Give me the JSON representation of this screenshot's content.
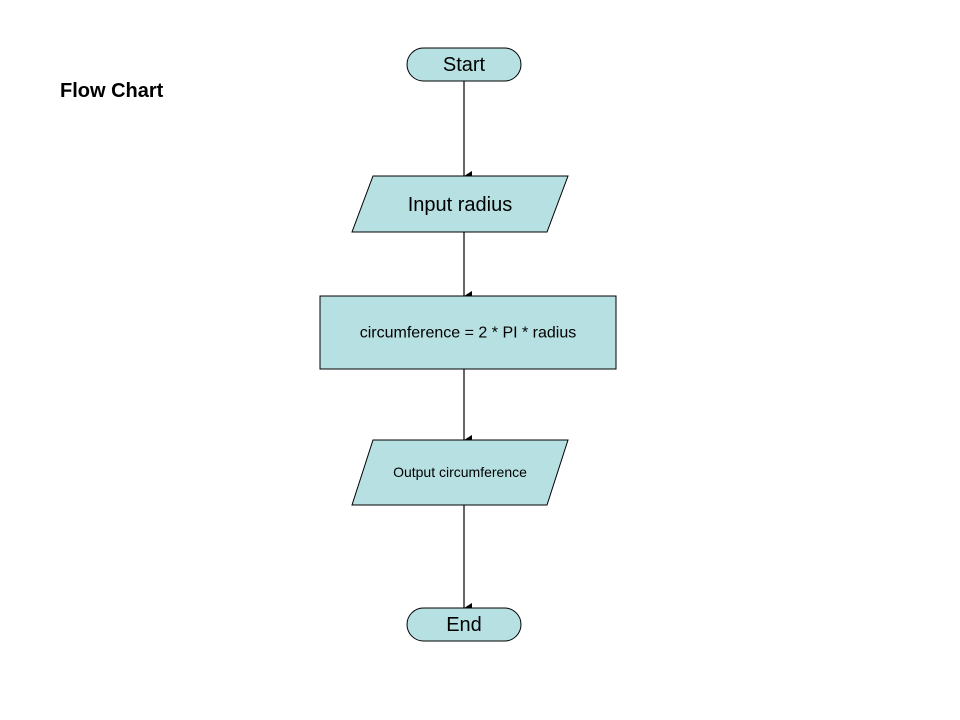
{
  "title": "Flow Chart",
  "colors": {
    "node_fill": "#b7e0e2",
    "stroke": "#000000",
    "background": "#ffffff"
  },
  "nodes": {
    "start": "Start",
    "input": "Input radius",
    "process": "circumference = 2 * PI * radius",
    "output": "Output circumference",
    "end": "End"
  }
}
